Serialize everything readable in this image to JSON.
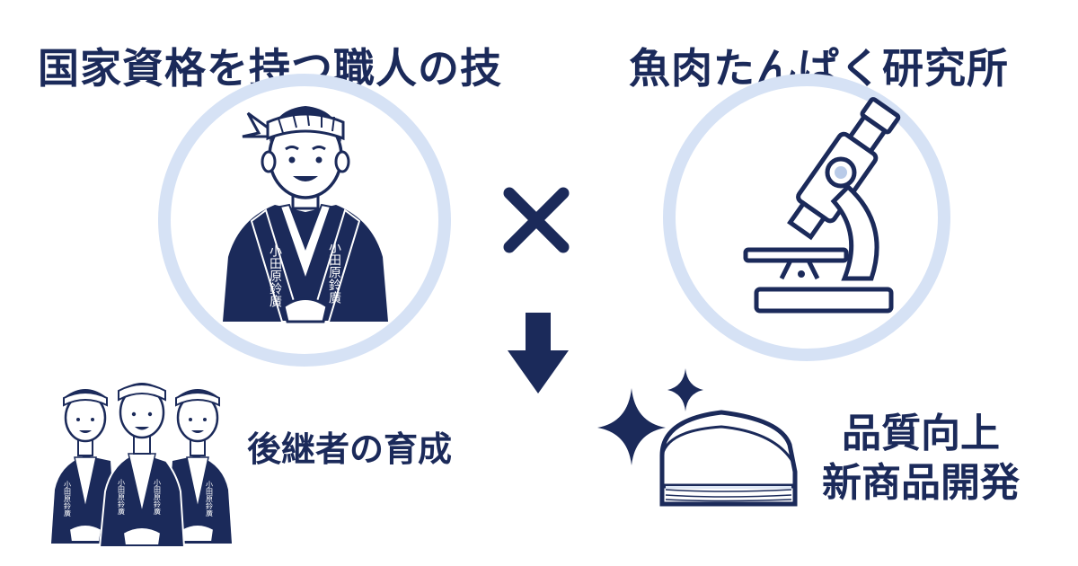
{
  "headings": {
    "left": "国家資格を持つ職人の技",
    "right": "魚肉たんぱく研究所"
  },
  "operator_symbol": "×",
  "collar_text": {
    "left": "小田原鈴廣",
    "right": "小田原鈴廣"
  },
  "captions": {
    "successors": "後継者の育成",
    "quality_line1": "品質向上",
    "quality_line2": "新商品開発"
  },
  "icons": {
    "craftsman": "craftsman-icon",
    "microscope": "microscope-icon",
    "times": "times-icon",
    "arrow": "arrow-down-icon",
    "group": "craftsmen-group-icon",
    "sparkles": "sparkle-icon",
    "fishcake": "kamaboko-icon"
  },
  "colors": {
    "navy": "#1b2a5a",
    "ring": "#d6e2f5",
    "background": "#ffffff"
  }
}
